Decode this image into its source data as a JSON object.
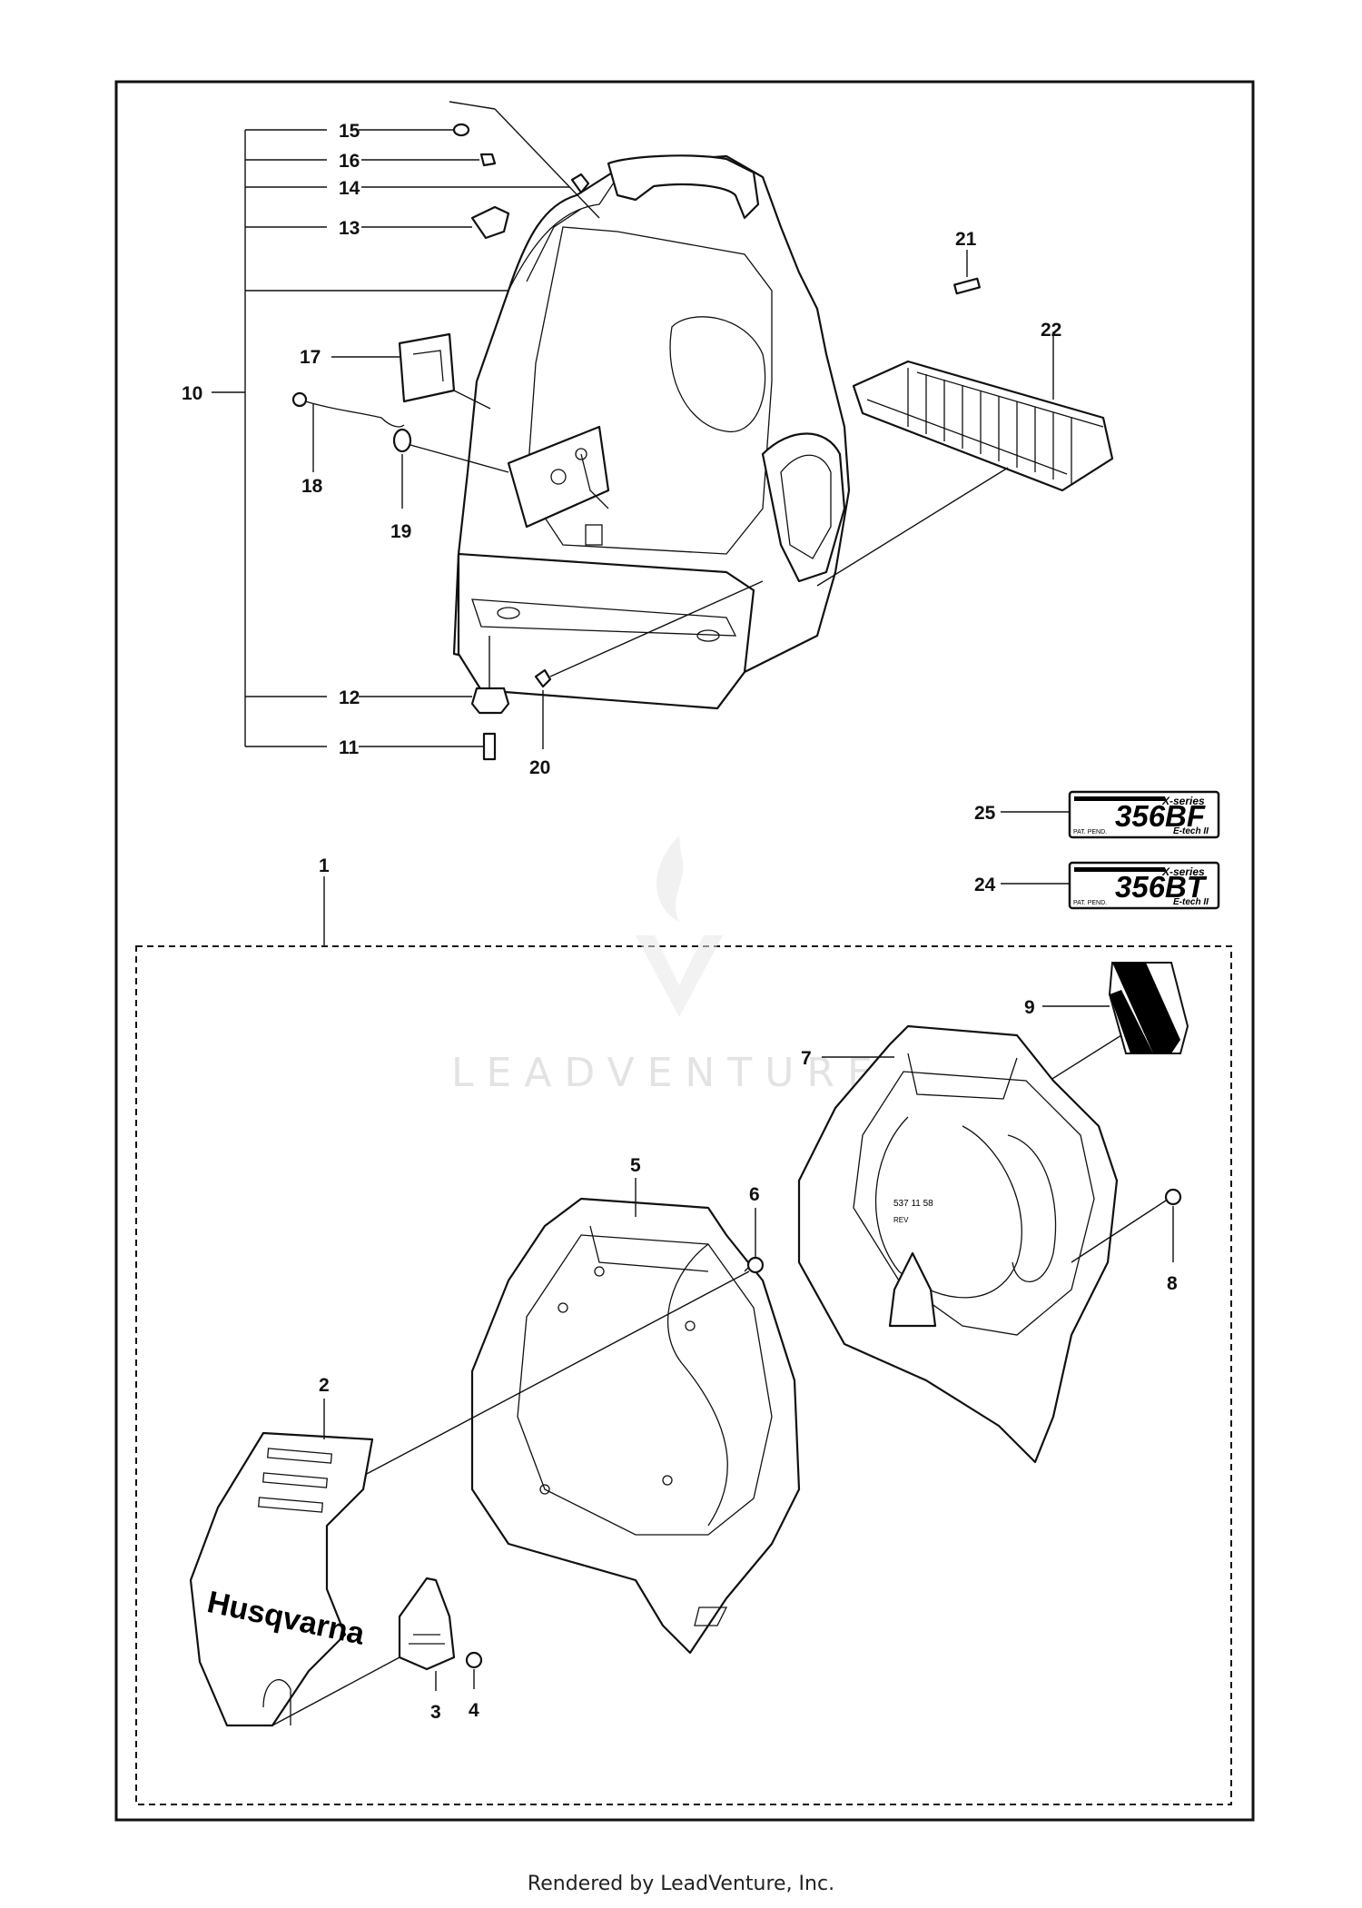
{
  "footer": "Rendered by LeadVenture, Inc.",
  "watermark": "LEADVENTURE",
  "callouts": [
    "15",
    "16",
    "14",
    "13",
    "21",
    "22",
    "17",
    "10",
    "18",
    "19",
    "12",
    "11",
    "20",
    "25",
    "24",
    "1",
    "9",
    "7",
    "5",
    "6",
    "8",
    "2",
    "4",
    "3"
  ],
  "decals": {
    "decal_25": {
      "series": "X-series",
      "model": "356BF",
      "sub": "E-tech II",
      "pat": "PAT. PEND."
    },
    "decal_24": {
      "series": "X-series",
      "model": "356BT",
      "sub": "E-tech II",
      "pat": "PAT. PEND."
    }
  },
  "brand_logo": "Husqvarna",
  "part_stamp": {
    "number": "537 11 58",
    "rev": "REV"
  }
}
